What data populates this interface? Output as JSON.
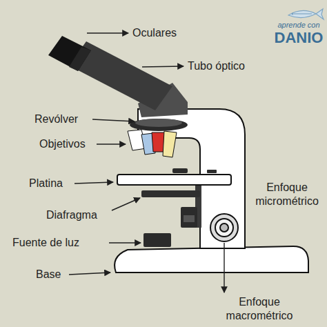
{
  "diagram": {
    "labels": [
      "Oculares",
      "Tubo óptico",
      "Revólver",
      "Objetivos",
      "Platina",
      "Diafragma",
      "Fuente de luz",
      "Base",
      "Enfoque micrométrico",
      "Enfoque macrométrico",
      "aprende con",
      "DANIO"
    ]
  }
}
